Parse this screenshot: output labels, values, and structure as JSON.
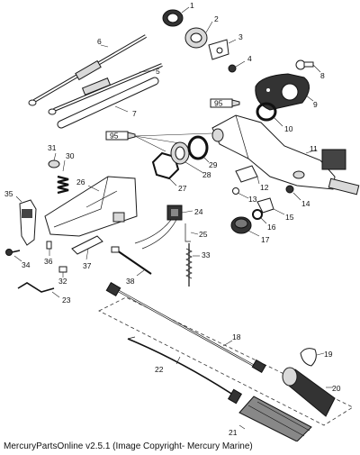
{
  "callouts": [
    "1",
    "2",
    "3",
    "4",
    "5",
    "6",
    "7",
    "8",
    "9",
    "10",
    "11",
    "12",
    "13",
    "14",
    "15",
    "16",
    "17",
    "18",
    "19",
    "20",
    "21",
    "22",
    "23",
    "24",
    "25",
    "26",
    "27",
    "28",
    "29",
    "30",
    "31",
    "32",
    "33",
    "34",
    "35",
    "36",
    "37",
    "38"
  ],
  "lubricant_tags": [
    "95",
    "95"
  ],
  "footer_text": "MercuryPartsOnline v2.5.1 (Image Copyright- Mercury Marine)"
}
